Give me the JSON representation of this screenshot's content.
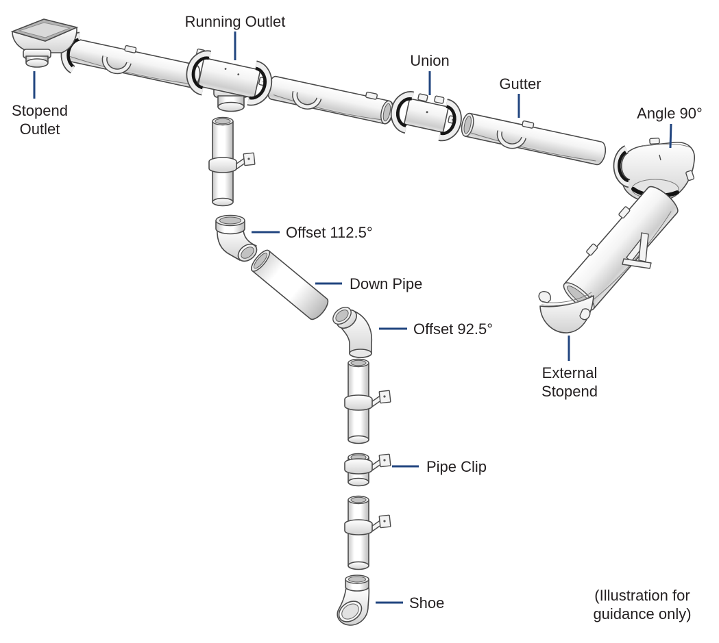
{
  "diagram": {
    "labels": {
      "running_outlet": "Running Outlet",
      "stopend_outlet_line1": "Stopend",
      "stopend_outlet_line2": "Outlet",
      "union": "Union",
      "gutter": "Gutter",
      "angle_90": "Angle 90°",
      "offset_112_5": "Offset 112.5°",
      "down_pipe": "Down Pipe",
      "offset_92_5": "Offset 92.5°",
      "external_stopend_line1": "External",
      "external_stopend_line2": "Stopend",
      "pipe_clip": "Pipe Clip",
      "shoe": "Shoe"
    },
    "note": {
      "line1": "(Illustration for",
      "line2": "guidance only)"
    },
    "colors": {
      "leader_line": "#21457f",
      "label_text": "#231f20",
      "part_outline": "#4a4a4a",
      "gasket": "#161616",
      "background": "#ffffff"
    }
  }
}
